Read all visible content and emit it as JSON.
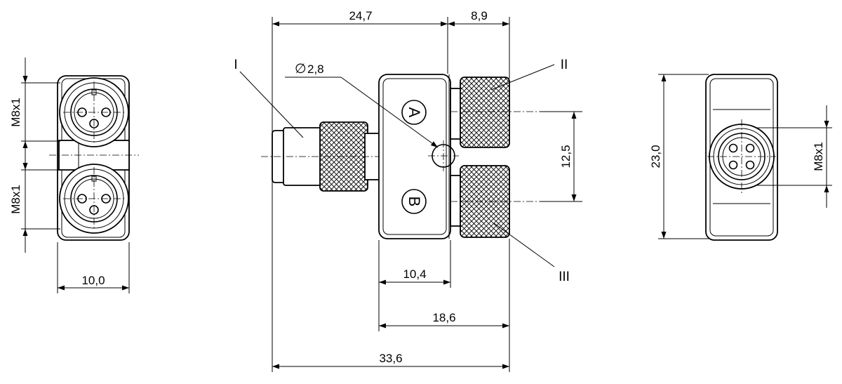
{
  "views": {
    "left": {
      "dim_width": "10,0",
      "thread_top": "M8x1",
      "thread_bottom": "M8x1"
    },
    "center": {
      "dim_top_left": "24,7",
      "dim_top_right": "8,9",
      "diameter_value": "2,8",
      "dim_pitch": "12,5",
      "dim_body": "10,4",
      "dim_outlets": "18,6",
      "dim_total": "33,6",
      "callout_1": "I",
      "callout_2": "II",
      "callout_3": "III",
      "marking_a": "A",
      "marking_b": "B"
    },
    "right": {
      "dim_height": "23,0",
      "thread": "M8x1"
    }
  },
  "symbols": {
    "diameter": "∅"
  },
  "colors": {
    "line": "#000000",
    "background": "#ffffff"
  }
}
